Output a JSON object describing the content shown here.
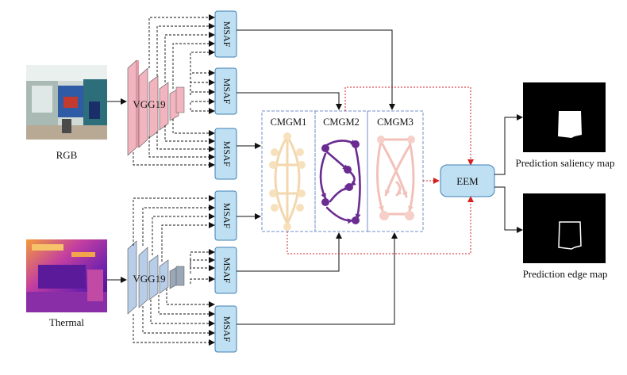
{
  "inputs": {
    "rgb_label": "RGB",
    "thermal_label": "Thermal"
  },
  "encoders": {
    "rgb": "VGG19",
    "thermal": "VGG19"
  },
  "msaf_label": "MSAF",
  "cmgm": [
    "CMGM1",
    "CMGM2",
    "CMGM3"
  ],
  "eem_label": "EEM",
  "outputs": {
    "saliency_label": "Prediction saliency map",
    "edge_label": "Prediction edge map"
  },
  "colors": {
    "msaf_fill": "#bfe0f2",
    "msaf_stroke": "#3f7fb5",
    "eem_fill": "#bfe0f2",
    "rgb_blocks": "#f2b5bf",
    "thermal_blocks": "#b8cde8",
    "cmgm1_nodes": "#f7e1bd",
    "cmgm2_nodes": "#6a2c91",
    "cmgm3_nodes": "#f6cfc8",
    "cmgm_border": "#6f8fc9",
    "red_feedback": "#d62020"
  }
}
